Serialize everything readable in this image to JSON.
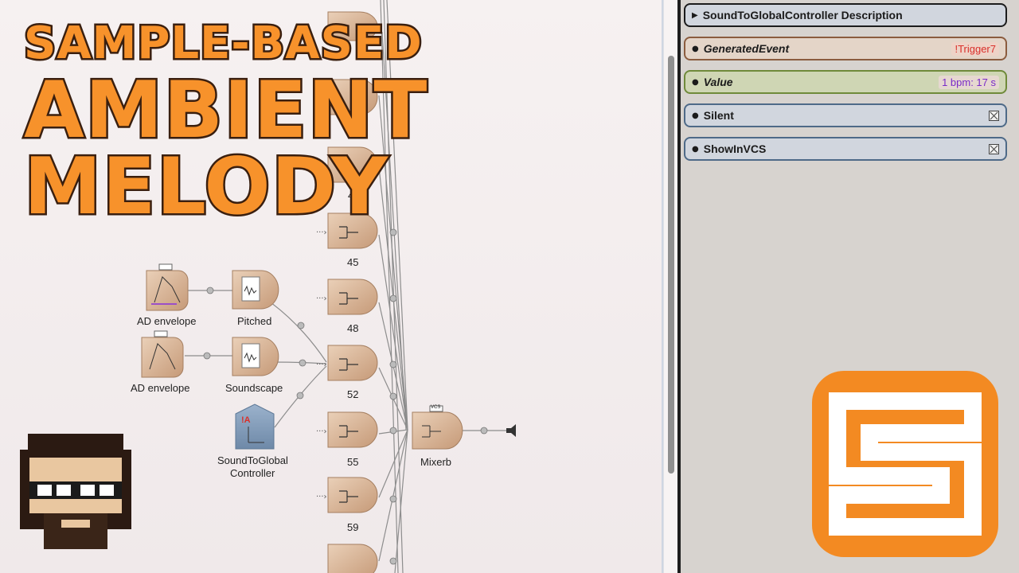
{
  "title": {
    "line1": "SAMPLE-BASED",
    "line2": "AMBIENT",
    "line3": "MELODY"
  },
  "canvas": {
    "nodes": {
      "ad_envelope_1": "AD envelope",
      "pitched": "Pitched",
      "ad_envelope_2": "AD envelope",
      "soundscape": "Soundscape",
      "controller_line1": "SoundToGlobal",
      "controller_line2": "Controller",
      "controller_badge": "!A",
      "vcs_badge": "VCS",
      "mixerb": "Mixerb"
    },
    "mix_nodes": [
      "4",
      "4",
      "45",
      "48",
      "52",
      "55",
      "59"
    ]
  },
  "inspector": {
    "description_header": "SoundToGlobalController Description",
    "properties": [
      {
        "label": "GeneratedEvent",
        "value": "!Trigger7",
        "value_color": "#d9302a",
        "bg": "#e4d5c8",
        "border": "#8b5c3e"
      },
      {
        "label": "Value",
        "value": "1 bpm: 17 s",
        "value_color": "#7a2bc8",
        "bg": "#cfd6b4",
        "border": "#6f8a3a"
      },
      {
        "label": "Silent",
        "checked": true,
        "bg": "#d1d6de",
        "border": "#4e6a88"
      },
      {
        "label": "ShowInVCS",
        "checked": true,
        "bg": "#d1d6de",
        "border": "#4e6a88"
      }
    ]
  },
  "colors": {
    "accent": "#f7922b",
    "node_fill": "#d9b394",
    "controller_fill": "#7e97b5"
  }
}
